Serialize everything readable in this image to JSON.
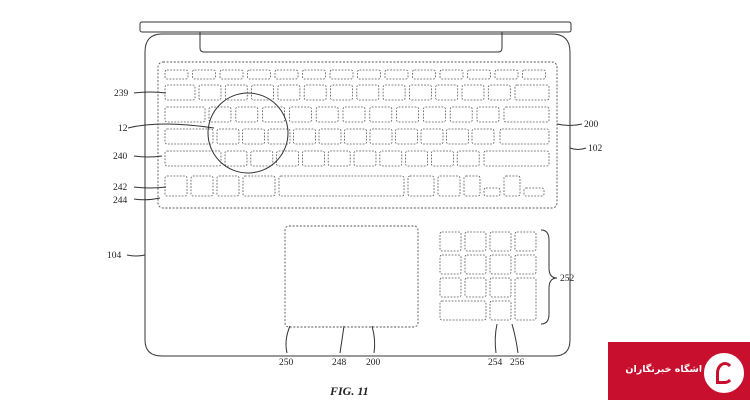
{
  "figure": {
    "caption": "FIG. 11",
    "ref_labels": {
      "r239": "239",
      "r12": "12",
      "r240": "240",
      "r242": "242",
      "r244": "244",
      "r104": "104",
      "r200_right": "200",
      "r102": "102",
      "r252": "252",
      "r250": "250",
      "r248": "248",
      "r200_bottom": "200",
      "r254": "254",
      "r256": "256"
    }
  },
  "badge": {
    "text": "باشگاه خبرنگاران"
  },
  "colors": {
    "line": "#333333",
    "badge": "#c8102e"
  }
}
